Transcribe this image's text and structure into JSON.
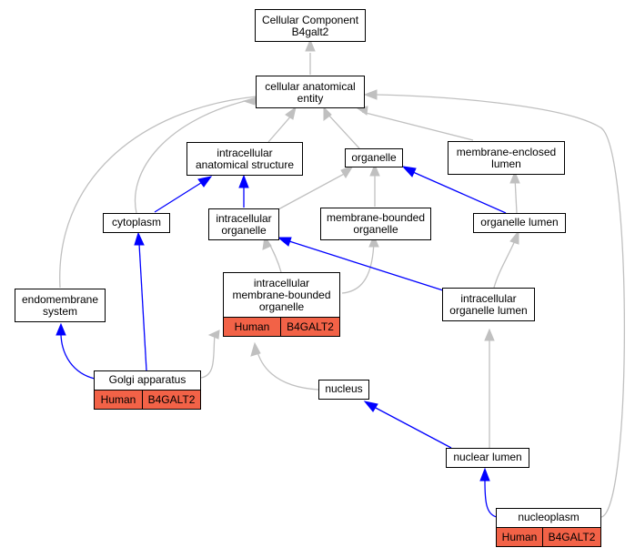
{
  "colors": {
    "is_a_edge": "#c0c0c0",
    "part_of_edge": "#0000ff",
    "annotation_fill": "#f26247",
    "node_border": "#000000"
  },
  "nodes": {
    "root": {
      "lines": [
        "Cellular Component",
        "B4galt2"
      ]
    },
    "cae": {
      "lines": [
        "cellular anatomical",
        "entity"
      ]
    },
    "ias": {
      "lines": [
        "intracellular",
        "anatomical structure"
      ]
    },
    "organelle": {
      "lines": [
        "organelle"
      ]
    },
    "mel": {
      "lines": [
        "membrane-enclosed",
        "lumen"
      ]
    },
    "cytoplasm": {
      "lines": [
        "cytoplasm"
      ]
    },
    "io": {
      "lines": [
        "intracellular",
        "organelle"
      ]
    },
    "mbo": {
      "lines": [
        "membrane-bounded",
        "organelle"
      ]
    },
    "ol": {
      "lines": [
        "organelle lumen"
      ]
    },
    "endo": {
      "lines": [
        "endomembrane",
        "system"
      ]
    },
    "imbo": {
      "lines": [
        "intracellular",
        "membrane-bounded",
        "organelle"
      ],
      "annotation": {
        "species": "Human",
        "gene": "B4GALT2"
      }
    },
    "iol": {
      "lines": [
        "intracellular",
        "organelle lumen"
      ]
    },
    "golgi": {
      "lines": [
        "Golgi apparatus"
      ],
      "annotation": {
        "species": "Human",
        "gene": "B4GALT2"
      }
    },
    "nucleus": {
      "lines": [
        "nucleus"
      ]
    },
    "nl": {
      "lines": [
        "nuclear lumen"
      ]
    },
    "np": {
      "lines": [
        "nucleoplasm"
      ],
      "annotation": {
        "species": "Human",
        "gene": "B4GALT2"
      }
    }
  }
}
